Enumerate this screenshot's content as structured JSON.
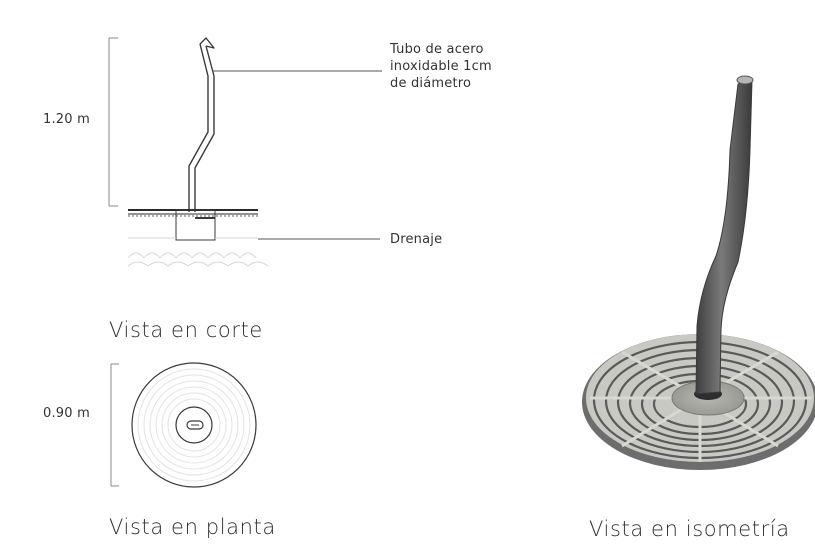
{
  "section_view": {
    "height_label": "1.20 m",
    "title": "Vista en corte",
    "pipe_note_lines": [
      "Tubo de acero",
      "inoxidable 1cm",
      "de diámetro"
    ],
    "drain_note": "Drenaje"
  },
  "plan_view": {
    "diameter_label": "0.90 m",
    "title": "Vista en planta"
  },
  "iso_view": {
    "title": "Vista en isometría"
  },
  "colors": {
    "line": "#3a3a3a",
    "pipe_dark": "#5a5a5a",
    "grate": "#8a8a8a"
  }
}
